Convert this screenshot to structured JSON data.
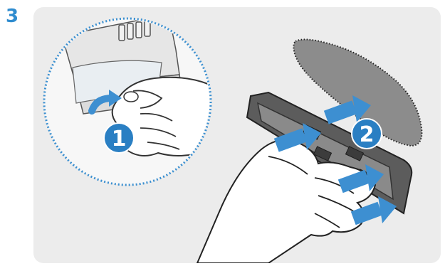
{
  "step": {
    "number": "3"
  },
  "callouts": [
    {
      "label": "1"
    },
    {
      "label": "2"
    }
  ],
  "colors": {
    "accent": "#2f8ccf",
    "arrow": "#3d8fd1",
    "badge": "#2a7fc3",
    "panel": "#ececec",
    "pad": "#8c8c8c"
  },
  "icons": [
    "peel-arrow-icon",
    "press-arrow-icon"
  ]
}
